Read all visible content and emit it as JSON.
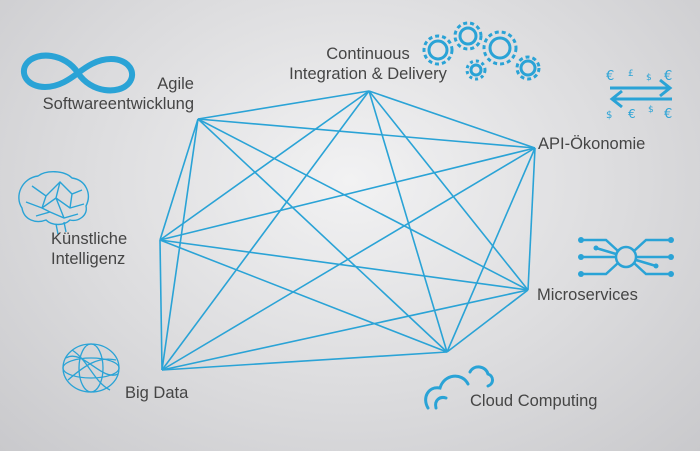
{
  "accent_color": "#2aa3d6",
  "text_color": "#454545",
  "nodes": [
    {
      "id": "agile",
      "lines": [
        "Agile",
        "Softwareentwicklung"
      ],
      "icon": "infinity-icon"
    },
    {
      "id": "cicd",
      "lines": [
        "Continuous",
        "Integration & Delivery"
      ],
      "icon": "gears-icon"
    },
    {
      "id": "api",
      "lines": [
        "API-Ökonomie"
      ],
      "icon": "currency-exchange-icon"
    },
    {
      "id": "ki",
      "lines": [
        "Künstliche",
        "Intelligenz"
      ],
      "icon": "brain-icon"
    },
    {
      "id": "micro",
      "lines": [
        "Microservices"
      ],
      "icon": "circuit-icon"
    },
    {
      "id": "bigdata",
      "lines": [
        "Big Data"
      ],
      "icon": "data-sphere-icon"
    },
    {
      "id": "cloud",
      "lines": [
        "Cloud Computing"
      ],
      "icon": "cloud-icon"
    }
  ],
  "connections": "all-pairs"
}
